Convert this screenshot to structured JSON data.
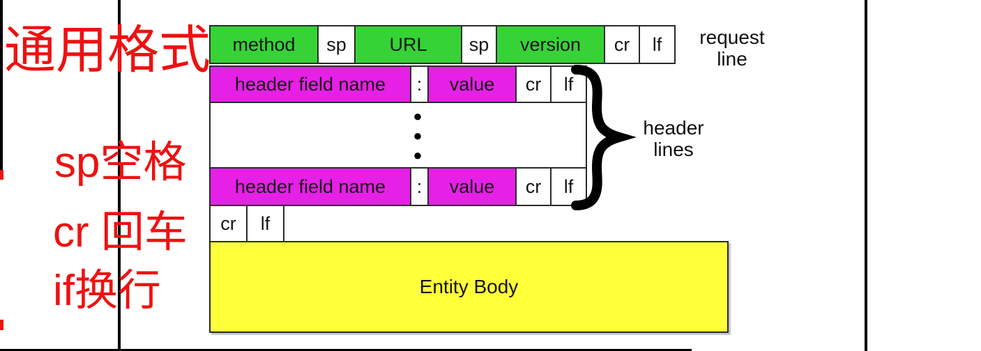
{
  "annotations": {
    "title": "通用格式",
    "note_sp": "sp空格",
    "note_cr": "cr 回车",
    "note_lf": "if换行"
  },
  "diagram": {
    "request_line": {
      "method": "method",
      "sp1": "sp",
      "url": "URL",
      "sp2": "sp",
      "version": "version",
      "cr": "cr",
      "lf": "lf",
      "label_line1": "request",
      "label_line2": "line"
    },
    "header_line_top": {
      "name": "header field name",
      "colon": ":",
      "value": "value",
      "cr": "cr",
      "lf": "lf"
    },
    "ellipsis": {
      "dot": "●"
    },
    "header_line_bottom": {
      "name": "header field name",
      "colon": ":",
      "value": "value",
      "cr": "cr",
      "lf": "lf"
    },
    "blank_line": {
      "cr": "cr",
      "lf": "lf"
    },
    "entity_body": {
      "label": "Entity Body"
    },
    "brace_label": {
      "line1": "header",
      "line2": "lines"
    }
  },
  "colors": {
    "green": "#36d336",
    "magenta": "#e620e6",
    "yellow": "#ffff3a",
    "annotation_red": "#ee1111",
    "line_black": "#000000"
  }
}
